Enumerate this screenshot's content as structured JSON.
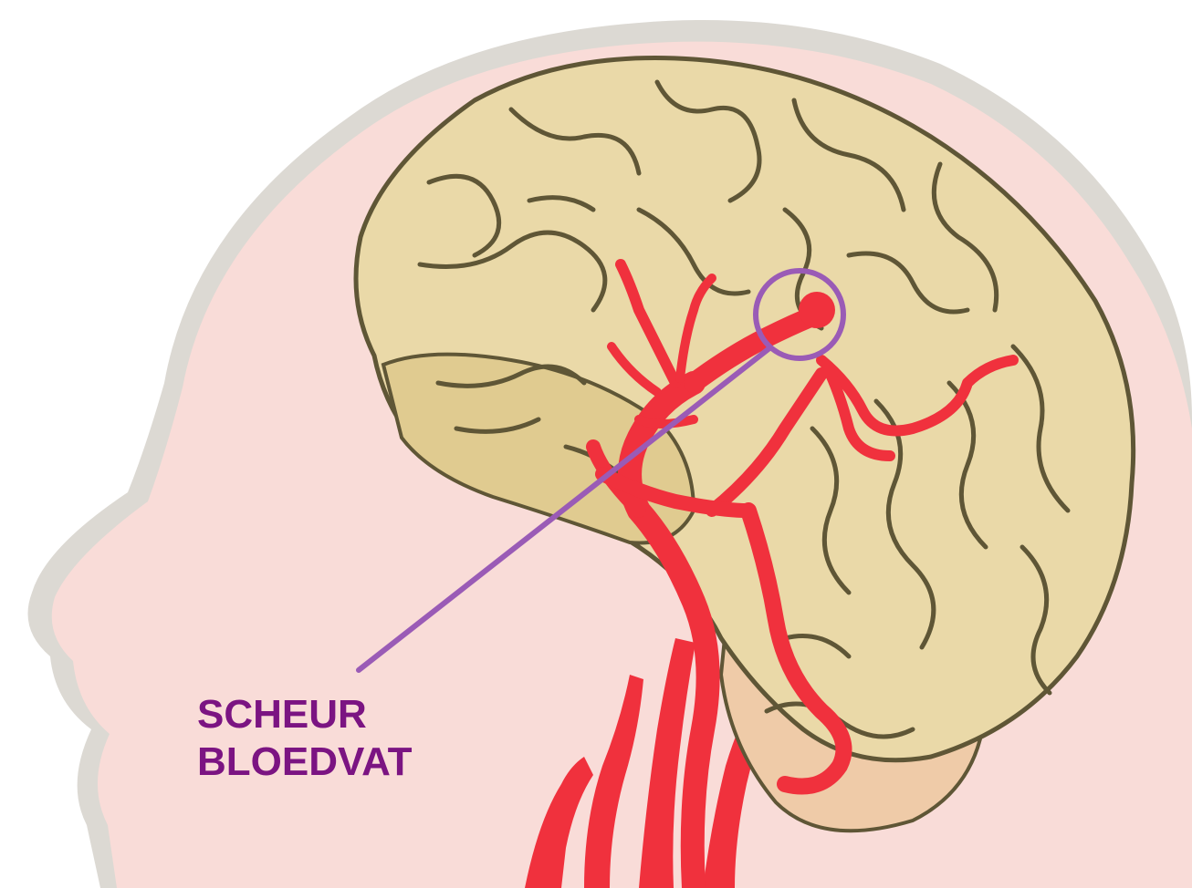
{
  "annotation": {
    "line1": "SCHEUR",
    "line2": "BLOEDVAT"
  },
  "colors": {
    "background": "#ffffff",
    "head_outline": "#d9d6d1",
    "skin": "#f9dcd8",
    "brain": "#ead9a8",
    "brain_shadow": "#e0cb90",
    "sulci": "#5f5636",
    "cerebellum": "#efcba8",
    "vessel": "#f0313d",
    "annotation": "#7b1482",
    "circle": "#9a5bb6"
  },
  "icons": [
    "head-silhouette",
    "brain",
    "blood-vessel",
    "aneurysm-marker"
  ]
}
